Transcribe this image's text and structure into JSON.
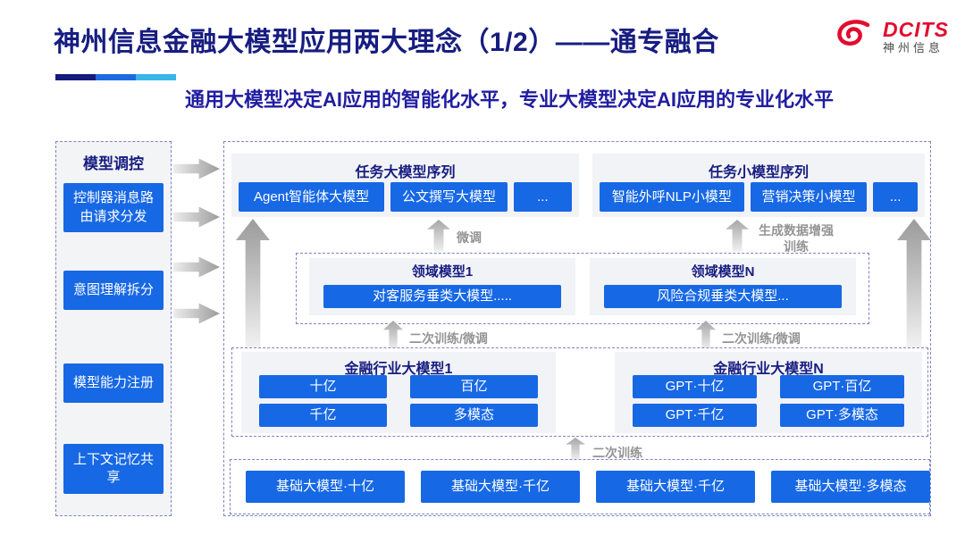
{
  "header": {
    "title": "神州信息金融大模型应用两大理念（1/2）——通专融合",
    "subtitle": "通用大模型决定AI应用的智能化水平，专业大模型决定AI应用的专业化水平",
    "logo_text": "DCITS",
    "logo_cn": "神州信息"
  },
  "colors": {
    "title_navy": "#171d80",
    "subtitle_blue": "#211da0",
    "chip_blue": "#1768e4",
    "logo_red": "#e30b2d",
    "accent_bars": [
      "#141b7b",
      "#1e6ae1",
      "#38b5e9"
    ],
    "panel_gray": "#f2f3f6",
    "dashed_border": "#7b85c2"
  },
  "sidebar": {
    "title": "模型调控",
    "items": [
      "控制器消息路由请求分发",
      "意图理解拆分",
      "模型能力注册",
      "上下文记忆共享"
    ]
  },
  "diagram": {
    "task_large": {
      "title": "任务大模型序列",
      "items": [
        "Agent智能体大模型",
        "公文撰写大模型",
        "..."
      ]
    },
    "task_small": {
      "title": "任务小模型序列",
      "items": [
        "智能外呼NLP小模型",
        "营销决策小模型",
        "..."
      ]
    },
    "annotations": {
      "fine_tune": "微调",
      "gen_data": "生成数据增强训练",
      "secondary_left": "二次训练/微调",
      "secondary_right": "二次训练/微调",
      "secondary_train": "二次训练"
    },
    "domain": {
      "left": {
        "title": "领域模型1",
        "item": "对客服务垂类大模型....."
      },
      "right": {
        "title": "领域模型N",
        "item": "风险合规垂类大模型..."
      }
    },
    "industry": {
      "left": {
        "title": "金融行业大模型1",
        "items": [
          "十亿",
          "百亿",
          "千亿",
          "多模态"
        ]
      },
      "right": {
        "title": "金融行业大模型N",
        "items": [
          "GPT·十亿",
          "GPT·百亿",
          "GPT·千亿",
          "GPT·多模态"
        ]
      }
    },
    "base": {
      "items": [
        "基础大模型·十亿",
        "基础大模型·千亿",
        "基础大模型·千亿",
        "基础大模型·多模态"
      ]
    }
  }
}
